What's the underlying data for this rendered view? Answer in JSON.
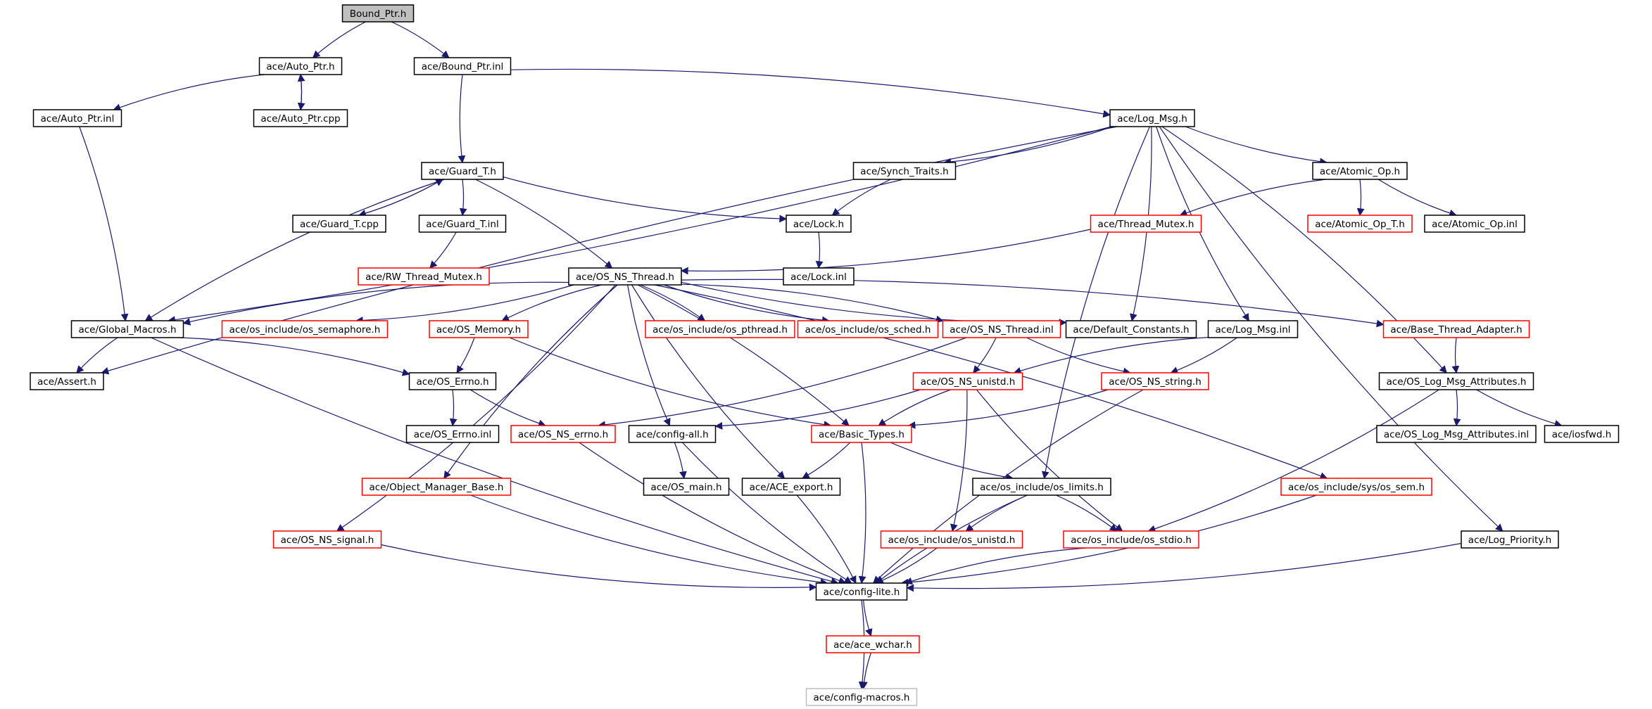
{
  "diagram": {
    "kind": "include-dependency-graph",
    "colors": {
      "edge": "#191970",
      "normal_border": "#000000",
      "linked_border": "#ff0000",
      "external_border": "#bfbfbf",
      "root_fill": "#bfbfbf"
    },
    "nodes": [
      {
        "id": "bound_ptr_h",
        "label": "Bound_Ptr.h",
        "style": "root"
      },
      {
        "id": "auto_ptr_h",
        "label": "ace/Auto_Ptr.h",
        "style": "normal"
      },
      {
        "id": "bound_ptr_inl",
        "label": "ace/Bound_Ptr.inl",
        "style": "normal"
      },
      {
        "id": "auto_ptr_inl",
        "label": "ace/Auto_Ptr.inl",
        "style": "normal"
      },
      {
        "id": "auto_ptr_cpp",
        "label": "ace/Auto_Ptr.cpp",
        "style": "normal"
      },
      {
        "id": "log_msg_h",
        "label": "ace/Log_Msg.h",
        "style": "normal"
      },
      {
        "id": "guard_t_h",
        "label": "ace/Guard_T.h",
        "style": "normal"
      },
      {
        "id": "synch_traits_h",
        "label": "ace/Synch_Traits.h",
        "style": "normal"
      },
      {
        "id": "atomic_op_h",
        "label": "ace/Atomic_Op.h",
        "style": "normal"
      },
      {
        "id": "guard_t_cpp",
        "label": "ace/Guard_T.cpp",
        "style": "normal"
      },
      {
        "id": "guard_t_inl",
        "label": "ace/Guard_T.inl",
        "style": "normal"
      },
      {
        "id": "lock_h",
        "label": "ace/Lock.h",
        "style": "normal"
      },
      {
        "id": "thread_mutex_h",
        "label": "ace/Thread_Mutex.h",
        "style": "linked"
      },
      {
        "id": "atomic_op_t_h",
        "label": "ace/Atomic_Op_T.h",
        "style": "linked"
      },
      {
        "id": "atomic_op_inl",
        "label": "ace/Atomic_Op.inl",
        "style": "normal"
      },
      {
        "id": "rw_thread_mutex_h",
        "label": "ace/RW_Thread_Mutex.h",
        "style": "linked"
      },
      {
        "id": "os_ns_thread_h",
        "label": "ace/OS_NS_Thread.h",
        "style": "normal"
      },
      {
        "id": "lock_inl",
        "label": "ace/Lock.inl",
        "style": "normal"
      },
      {
        "id": "global_macros_h",
        "label": "ace/Global_Macros.h",
        "style": "normal"
      },
      {
        "id": "os_semaphore_h",
        "label": "ace/os_include/os_semaphore.h",
        "style": "linked"
      },
      {
        "id": "os_memory_h",
        "label": "ace/OS_Memory.h",
        "style": "linked"
      },
      {
        "id": "os_pthread_h",
        "label": "ace/os_include/os_pthread.h",
        "style": "linked"
      },
      {
        "id": "os_sched_h",
        "label": "ace/os_include/os_sched.h",
        "style": "linked"
      },
      {
        "id": "os_ns_thread_inl",
        "label": "ace/OS_NS_Thread.inl",
        "style": "linked"
      },
      {
        "id": "default_constants_h",
        "label": "ace/Default_Constants.h",
        "style": "normal"
      },
      {
        "id": "log_msg_inl",
        "label": "ace/Log_Msg.inl",
        "style": "normal"
      },
      {
        "id": "base_thread_adapter_h",
        "label": "ace/Base_Thread_Adapter.h",
        "style": "linked"
      },
      {
        "id": "assert_h",
        "label": "ace/Assert.h",
        "style": "normal"
      },
      {
        "id": "os_errno_h",
        "label": "ace/OS_Errno.h",
        "style": "normal"
      },
      {
        "id": "os_ns_unistd_h",
        "label": "ace/OS_NS_unistd.h",
        "style": "linked"
      },
      {
        "id": "os_ns_string_h",
        "label": "ace/OS_NS_string.h",
        "style": "linked"
      },
      {
        "id": "os_log_msg_attributes_h",
        "label": "ace/OS_Log_Msg_Attributes.h",
        "style": "normal"
      },
      {
        "id": "os_errno_inl",
        "label": "ace/OS_Errno.inl",
        "style": "normal"
      },
      {
        "id": "os_ns_errno_h",
        "label": "ace/OS_NS_errno.h",
        "style": "linked"
      },
      {
        "id": "config_all_h",
        "label": "ace/config-all.h",
        "style": "normal"
      },
      {
        "id": "basic_types_h",
        "label": "ace/Basic_Types.h",
        "style": "linked"
      },
      {
        "id": "os_log_msg_attributes_inl",
        "label": "ace/OS_Log_Msg_Attributes.inl",
        "style": "normal"
      },
      {
        "id": "iosfwd_h",
        "label": "ace/iosfwd.h",
        "style": "normal"
      },
      {
        "id": "object_manager_base_h",
        "label": "ace/Object_Manager_Base.h",
        "style": "linked"
      },
      {
        "id": "os_main_h",
        "label": "ace/OS_main.h",
        "style": "normal"
      },
      {
        "id": "ace_export_h",
        "label": "ace/ACE_export.h",
        "style": "normal"
      },
      {
        "id": "os_limits_h",
        "label": "ace/os_include/os_limits.h",
        "style": "normal"
      },
      {
        "id": "os_sem_h",
        "label": "ace/os_include/sys/os_sem.h",
        "style": "linked"
      },
      {
        "id": "os_ns_signal_h",
        "label": "ace/OS_NS_signal.h",
        "style": "linked"
      },
      {
        "id": "os_unistd_h",
        "label": "ace/os_include/os_unistd.h",
        "style": "linked"
      },
      {
        "id": "os_stdio_h",
        "label": "ace/os_include/os_stdio.h",
        "style": "linked"
      },
      {
        "id": "log_priority_h",
        "label": "ace/Log_Priority.h",
        "style": "normal"
      },
      {
        "id": "config_lite_h",
        "label": "ace/config-lite.h",
        "style": "normal"
      },
      {
        "id": "ace_wchar_h",
        "label": "ace/ace_wchar.h",
        "style": "linked"
      },
      {
        "id": "config_macros_h",
        "label": "ace/config-macros.h",
        "style": "external"
      }
    ],
    "edges": [
      [
        "bound_ptr_h",
        "auto_ptr_h"
      ],
      [
        "bound_ptr_h",
        "bound_ptr_inl"
      ],
      [
        "auto_ptr_h",
        "auto_ptr_inl"
      ],
      [
        "auto_ptr_h",
        "auto_ptr_cpp"
      ],
      [
        "auto_ptr_cpp",
        "auto_ptr_h"
      ],
      [
        "auto_ptr_inl",
        "global_macros_h"
      ],
      [
        "bound_ptr_inl",
        "guard_t_h"
      ],
      [
        "bound_ptr_inl",
        "log_msg_h"
      ],
      [
        "log_msg_h",
        "assert_h"
      ],
      [
        "log_msg_h",
        "synch_traits_h"
      ],
      [
        "log_msg_h",
        "atomic_op_h"
      ],
      [
        "log_msg_h",
        "global_macros_h"
      ],
      [
        "log_msg_h",
        "log_msg_inl"
      ],
      [
        "log_msg_h",
        "default_constants_h"
      ],
      [
        "log_msg_h",
        "os_limits_h"
      ],
      [
        "log_msg_h",
        "os_log_msg_attributes_h"
      ],
      [
        "log_msg_h",
        "log_priority_h"
      ],
      [
        "guard_t_h",
        "guard_t_cpp"
      ],
      [
        "guard_t_cpp",
        "guard_t_h"
      ],
      [
        "guard_t_h",
        "guard_t_inl"
      ],
      [
        "guard_t_h",
        "lock_h"
      ],
      [
        "guard_t_h",
        "os_ns_thread_h"
      ],
      [
        "guard_t_h",
        "global_macros_h"
      ],
      [
        "guard_t_inl",
        "rw_thread_mutex_h"
      ],
      [
        "synch_traits_h",
        "lock_h"
      ],
      [
        "lock_h",
        "lock_inl"
      ],
      [
        "atomic_op_h",
        "thread_mutex_h"
      ],
      [
        "atomic_op_h",
        "atomic_op_t_h"
      ],
      [
        "atomic_op_h",
        "atomic_op_inl"
      ],
      [
        "thread_mutex_h",
        "os_ns_thread_h"
      ],
      [
        "os_ns_thread_h",
        "global_macros_h"
      ],
      [
        "os_ns_thread_h",
        "os_semaphore_h"
      ],
      [
        "os_ns_thread_h",
        "os_memory_h"
      ],
      [
        "os_ns_thread_h",
        "os_pthread_h"
      ],
      [
        "os_ns_thread_h",
        "os_sched_h"
      ],
      [
        "os_ns_thread_h",
        "os_ns_thread_inl"
      ],
      [
        "os_ns_thread_h",
        "default_constants_h"
      ],
      [
        "os_ns_thread_h",
        "base_thread_adapter_h"
      ],
      [
        "os_ns_thread_h",
        "object_manager_base_h"
      ],
      [
        "os_ns_thread_h",
        "os_ns_signal_h"
      ],
      [
        "os_ns_thread_h",
        "config_all_h"
      ],
      [
        "os_ns_thread_h",
        "basic_types_h"
      ],
      [
        "os_ns_thread_h",
        "ace_export_h"
      ],
      [
        "os_ns_thread_h",
        "os_sem_h"
      ],
      [
        "global_macros_h",
        "assert_h"
      ],
      [
        "global_macros_h",
        "os_errno_h"
      ],
      [
        "global_macros_h",
        "config_lite_h"
      ],
      [
        "os_memory_h",
        "os_errno_h"
      ],
      [
        "os_memory_h",
        "basic_types_h"
      ],
      [
        "os_errno_h",
        "os_errno_inl"
      ],
      [
        "os_errno_h",
        "os_ns_errno_h"
      ],
      [
        "os_ns_thread_inl",
        "os_ns_unistd_h"
      ],
      [
        "os_ns_thread_inl",
        "os_ns_string_h"
      ],
      [
        "os_ns_thread_inl",
        "os_ns_errno_h"
      ],
      [
        "log_msg_inl",
        "os_ns_unistd_h"
      ],
      [
        "log_msg_inl",
        "os_ns_string_h"
      ],
      [
        "base_thread_adapter_h",
        "os_log_msg_attributes_h"
      ],
      [
        "os_ns_unistd_h",
        "config_all_h"
      ],
      [
        "os_ns_unistd_h",
        "basic_types_h"
      ],
      [
        "os_ns_unistd_h",
        "os_unistd_h"
      ],
      [
        "os_ns_unistd_h",
        "os_stdio_h"
      ],
      [
        "os_ns_string_h",
        "basic_types_h"
      ],
      [
        "os_ns_string_h",
        "config_lite_h"
      ],
      [
        "os_log_msg_attributes_h",
        "os_log_msg_attributes_inl"
      ],
      [
        "os_log_msg_attributes_h",
        "iosfwd_h"
      ],
      [
        "os_log_msg_attributes_h",
        "os_stdio_h"
      ],
      [
        "os_ns_errno_h",
        "config_lite_h"
      ],
      [
        "config_all_h",
        "os_main_h"
      ],
      [
        "config_all_h",
        "config_lite_h"
      ],
      [
        "basic_types_h",
        "ace_export_h"
      ],
      [
        "basic_types_h",
        "os_limits_h"
      ],
      [
        "basic_types_h",
        "config_lite_h"
      ],
      [
        "object_manager_base_h",
        "config_lite_h"
      ],
      [
        "ace_export_h",
        "config_lite_h"
      ],
      [
        "os_limits_h",
        "os_unistd_h"
      ],
      [
        "os_limits_h",
        "os_stdio_h"
      ],
      [
        "os_limits_h",
        "config_lite_h"
      ],
      [
        "os_sem_h",
        "config_lite_h"
      ],
      [
        "os_ns_signal_h",
        "config_lite_h"
      ],
      [
        "os_unistd_h",
        "config_lite_h"
      ],
      [
        "os_stdio_h",
        "config_lite_h"
      ],
      [
        "log_priority_h",
        "config_lite_h"
      ],
      [
        "config_lite_h",
        "ace_wchar_h"
      ],
      [
        "config_lite_h",
        "config_macros_h"
      ],
      [
        "ace_wchar_h",
        "config_macros_h"
      ]
    ]
  }
}
